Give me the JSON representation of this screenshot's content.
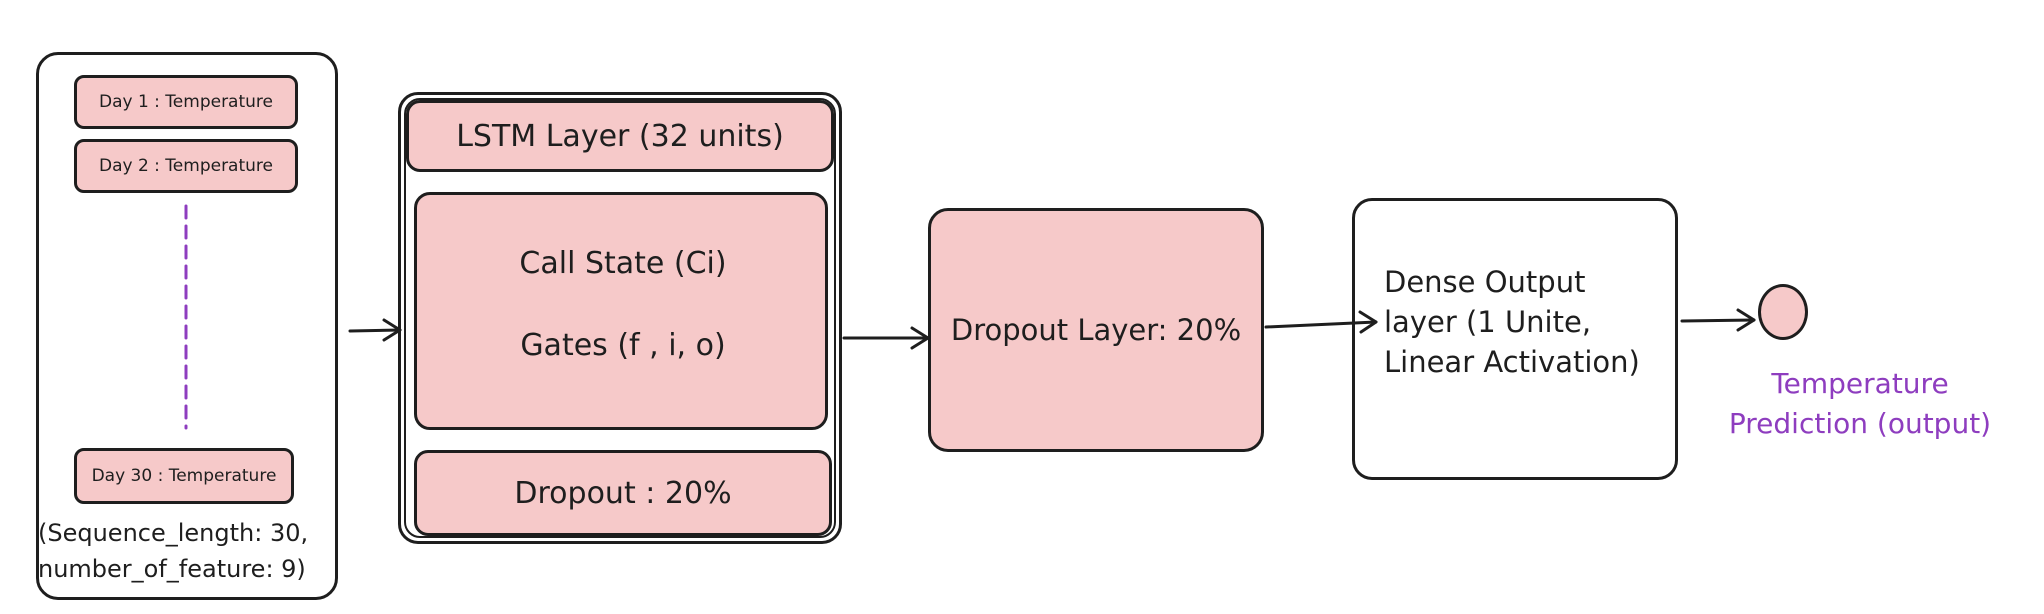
{
  "input": {
    "day_1": "Day 1 : Temperature",
    "day_2": "Day 2 : Temperature",
    "day_30": "Day 30 : Temperature",
    "note": "(Sequence_length: 30,\nnumber_of_feature: 9)"
  },
  "lstm": {
    "title": "LSTM Layer (32 units)",
    "cell_state": "Call State (Ci)",
    "gates": "Gates (f , i, o)",
    "dropout": "Dropout : 20%"
  },
  "dropout_layer": {
    "label": "Dropout Layer: 20%"
  },
  "dense": {
    "label": "Dense Output\nlayer (1 Unite,\nLinear Activation)"
  },
  "output": {
    "label": "Temperature\nPrediction (output)"
  },
  "colors": {
    "stroke": "#1e1e1e",
    "fill_pink": "#f6c9c9",
    "accent_purple": "#8e3dbf"
  }
}
